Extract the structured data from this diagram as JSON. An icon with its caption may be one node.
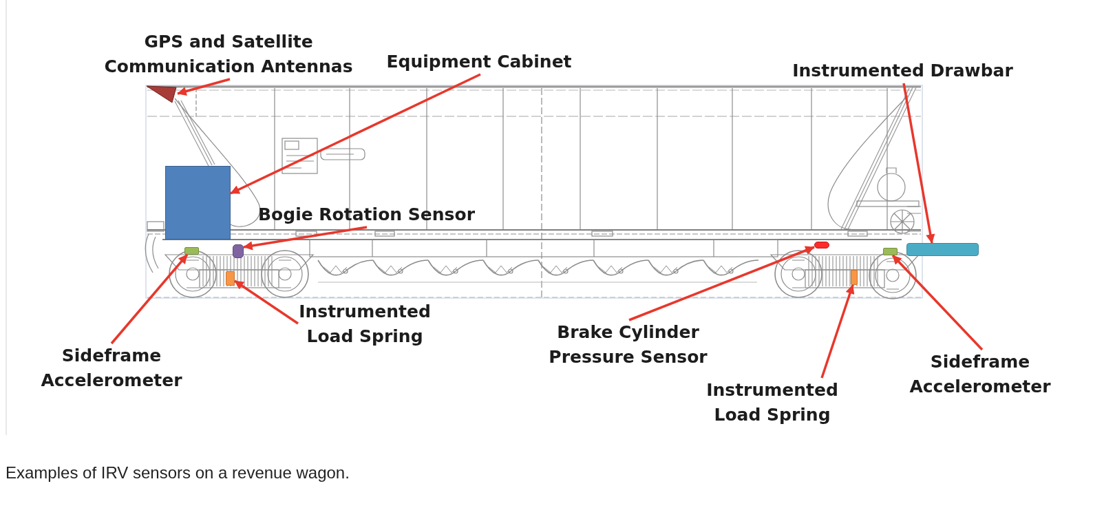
{
  "diagram": {
    "caption": "Examples of IRV sensors on a revenue wagon.",
    "nodes": [
      {
        "text": [
          "GPS and Satellite Communication Antennas"
        ]
      },
      {
        "text": [
          "Equipment Cabinet"
        ]
      },
      {
        "text": [
          "Instrumented Drawbar"
        ]
      },
      {
        "text": [
          "Bogie Rotation Sensor"
        ]
      },
      {
        "text": [
          "Sideframe Accelerometer"
        ]
      },
      {
        "text": [
          "Instrumented Load Spring"
        ]
      },
      {
        "text": [
          "Brake Cylinder Pressure Sensor"
        ]
      },
      {
        "text": [
          "Instrumented Load Spring"
        ]
      },
      {
        "text": [
          "Sideframe Accelerometer"
        ]
      },
      {
        "text": [],
        "shape": "triangle"
      },
      {
        "text": [],
        "shape": "box"
      },
      {
        "text": [],
        "shape": "bar"
      },
      {
        "text": [],
        "shape": "box"
      },
      {
        "text": [],
        "shape": "box"
      },
      {
        "text": [],
        "shape": "box"
      },
      {
        "text": [],
        "shape": "box"
      },
      {
        "text": [],
        "shape": "box"
      },
      {
        "text": [],
        "shape": "box"
      }
    ],
    "edges": [
      {
        "from": 0,
        "to": 9,
        "arrow": "to"
      },
      {
        "from": 1,
        "to": 10,
        "arrow": "to"
      },
      {
        "from": 2,
        "to": 11,
        "arrow": "to"
      },
      {
        "from": 3,
        "to": 12,
        "arrow": "to"
      },
      {
        "from": 4,
        "to": 13,
        "arrow": "to"
      },
      {
        "from": 5,
        "to": 14,
        "arrow": "to"
      },
      {
        "from": 6,
        "to": 15,
        "arrow": "to"
      },
      {
        "from": 7,
        "to": 16,
        "arrow": "to"
      },
      {
        "from": 8,
        "to": 17,
        "arrow": "to"
      }
    ]
  }
}
